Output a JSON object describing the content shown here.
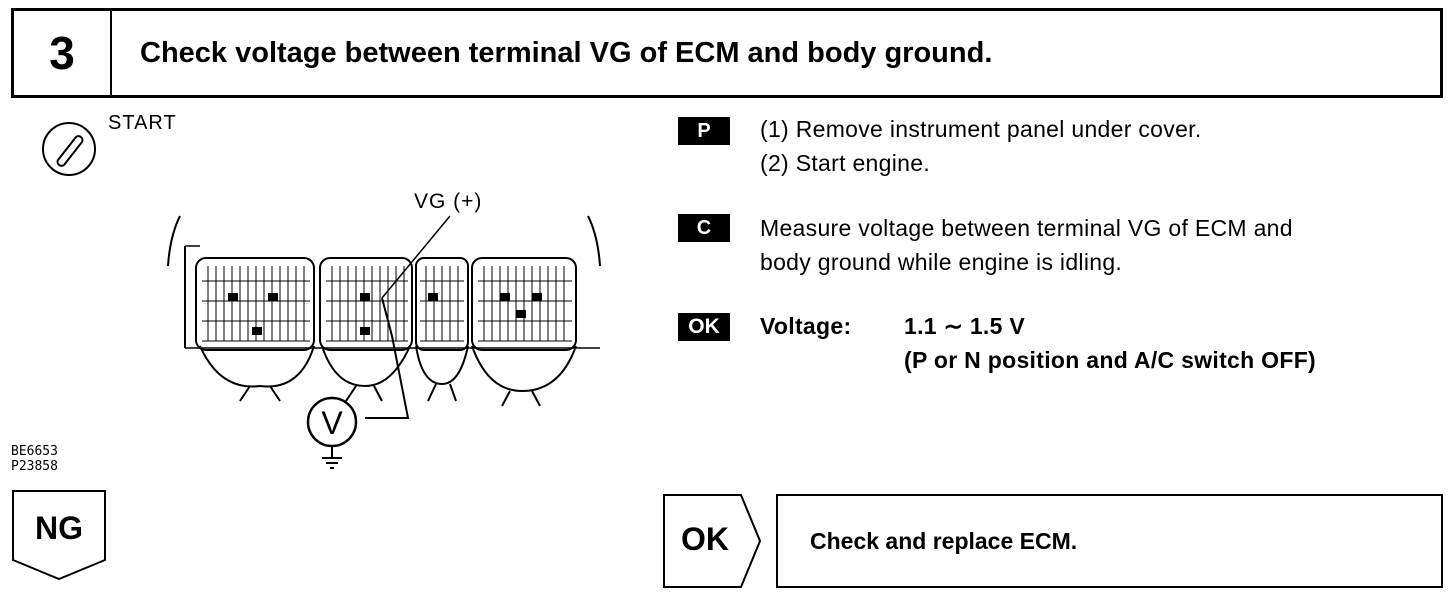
{
  "header": {
    "step_number": "3",
    "title": "Check voltage between terminal VG of ECM and body ground."
  },
  "start": {
    "label": "START",
    "icon": "ignition-key-icon"
  },
  "diagram": {
    "terminal_label": "VG (+)",
    "meter_symbol": "V",
    "ref_codes": [
      "BE6653",
      "P23858"
    ]
  },
  "steps": {
    "prep": {
      "badge": "P",
      "lines": [
        "(1) Remove instrument panel under cover.",
        "(2) Start engine."
      ]
    },
    "check": {
      "badge": "C",
      "lines": [
        "Measure voltage between terminal VG of ECM and",
        "body ground while engine is idling."
      ]
    },
    "ok": {
      "badge": "OK",
      "label": "Voltage:",
      "value": "1.1 ∼ 1.5 V",
      "condition": "(P or N position and A/C switch OFF)"
    }
  },
  "outcomes": {
    "ng_label": "NG",
    "ok_label": "OK",
    "ok_action": "Check and replace ECM."
  }
}
